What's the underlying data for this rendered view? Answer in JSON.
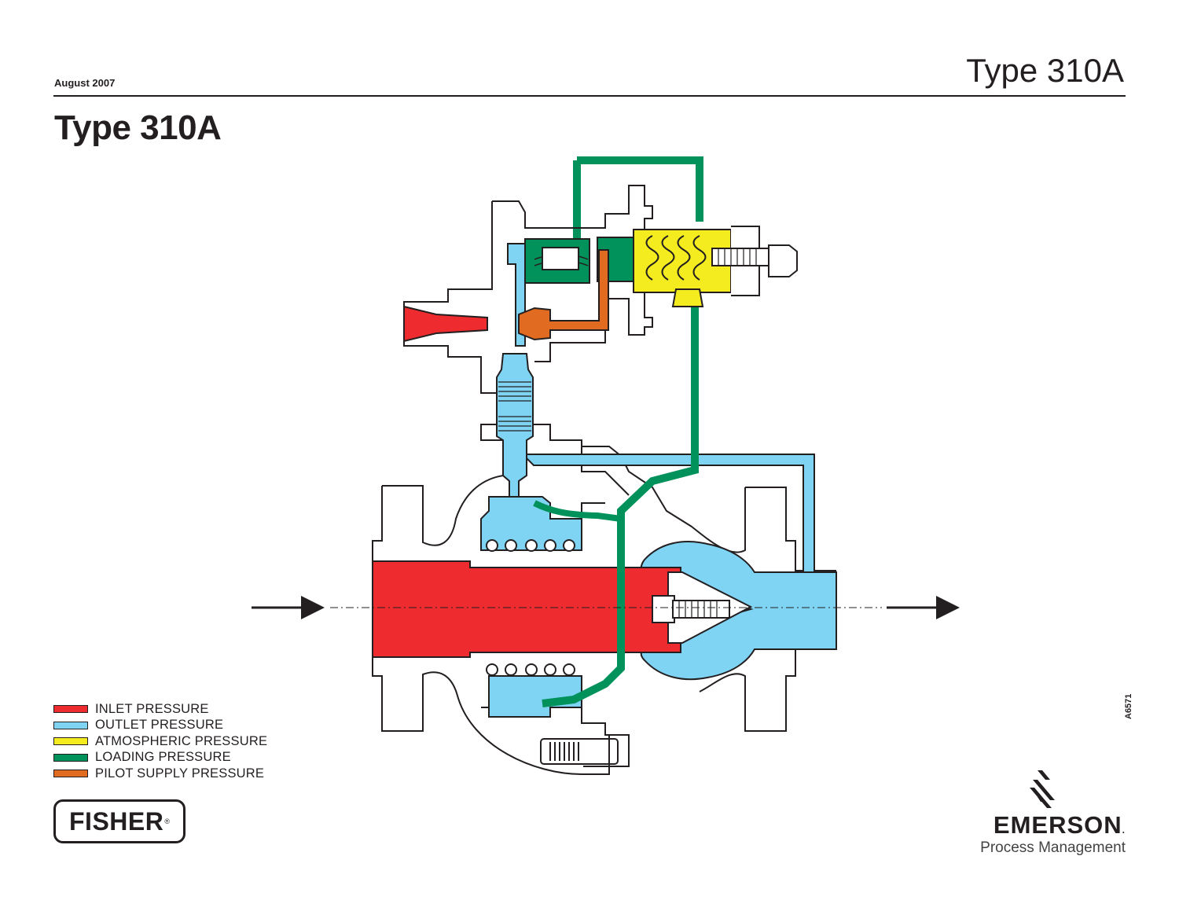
{
  "header": {
    "date": "August 2007",
    "title": "Type 310A"
  },
  "page_title": "Type 310A",
  "legend": [
    {
      "label": "INLET PRESSURE",
      "color": "#ee2b2e"
    },
    {
      "label": "OUTLET PRESSURE",
      "color": "#7fd3f3"
    },
    {
      "label": "ATMOSPHERIC PRESSURE",
      "color": "#f4ec1f"
    },
    {
      "label": "LOADING PRESSURE",
      "color": "#00925a"
    },
    {
      "label": "PILOT SUPPLY PRESSURE",
      "color": "#e06b21"
    }
  ],
  "drawing_id": "A6571",
  "logos": {
    "fisher": "FISHER",
    "fisher_reg": "®",
    "emerson": "EMERSON",
    "emerson_dot": ".",
    "emerson_sub": "Process Management"
  },
  "colors": {
    "inlet": "#ee2b2e",
    "outlet": "#7fd3f3",
    "atmospheric": "#f4ec1f",
    "loading": "#00925a",
    "pilot_supply": "#e06b21",
    "outline": "#231f20"
  }
}
